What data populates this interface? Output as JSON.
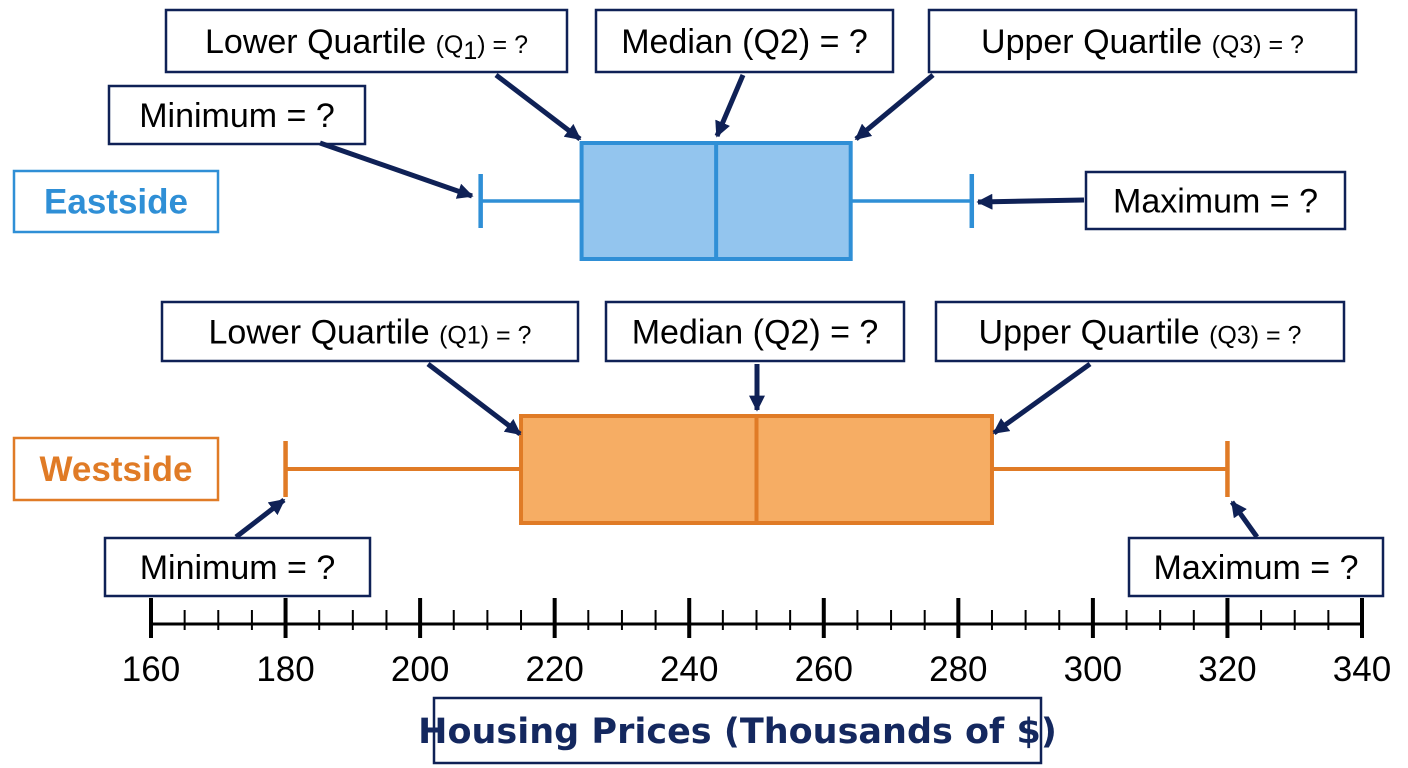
{
  "chart_data": {
    "type": "boxplot",
    "xlabel": "Housing Prices (Thousands of $)",
    "xlim": [
      160,
      340
    ],
    "major_ticks": [
      160,
      180,
      200,
      220,
      240,
      260,
      280,
      300,
      320,
      340
    ],
    "minor_tick_step": 5,
    "grid": false,
    "series": [
      {
        "name": "Eastside",
        "color": "#2f8fd6",
        "fill": "#93c5ee",
        "min": 209,
        "q1": 224,
        "median": 244,
        "q3": 264,
        "max": 282,
        "callouts": {
          "q1": [
            "Lower Quartile (Q",
            "1",
            ") = ?"
          ],
          "median": "Median (Q2) = ?",
          "q3": [
            "Upper Quartile ",
            "(Q3) = ?"
          ],
          "min": "Minimum = ?",
          "max": "Maximum = ?"
        }
      },
      {
        "name": "Westside",
        "color": "#e07b26",
        "fill": "#f6ad64",
        "min": 180,
        "q1": 215,
        "median": 250,
        "q3": 285,
        "max": 320,
        "callouts": {
          "q1": [
            "Lower Quartile ",
            "(Q1) = ?"
          ],
          "median": "Median (Q2) = ?",
          "q3": [
            "Upper Quartile ",
            "(Q3) = ?"
          ],
          "min": "Minimum = ?",
          "max": "Maximum = ?"
        }
      }
    ]
  },
  "colors": {
    "callout_border": "#0f2156",
    "arrow": "#0f2156",
    "xlabel_text": "#14285f",
    "axis": "#000000"
  }
}
